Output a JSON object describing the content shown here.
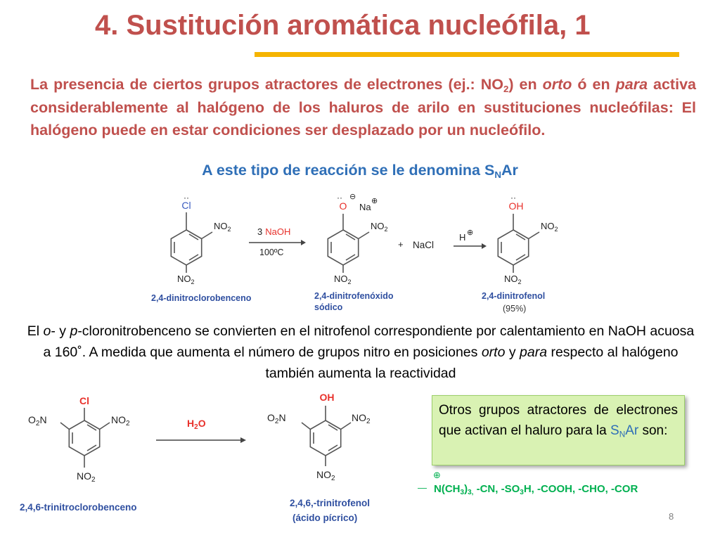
{
  "title": "4. Sustitución aromática nucleófila, 1",
  "intro": {
    "p1": "La presencia de ciertos grupos atractores de electrones (ej.: NO",
    "p1_sub": "2",
    "p2": ") en ",
    "em1": "orto",
    "p3": " ó en ",
    "em2": "para",
    "p4": " activa considerablemente al halógeno de los haluros de arilo en sustituciones nucleófilas: El halógeno puede en estar condiciones ser desplazado por un nucleófilo."
  },
  "snar_line": {
    "text": "A este tipo de reacción se le denomina S",
    "sub": "N",
    "after": "Ar"
  },
  "scheme1": {
    "reactant": {
      "atom": "Cl",
      "lone_pairs": "··",
      "substituents": [
        "NO",
        "NO"
      ],
      "sub2": "2",
      "name": "2,4-dinitroclorobenceno"
    },
    "arrow1": {
      "reagent_count": "3",
      "reagent": "NaOH",
      "condition": "100ºC"
    },
    "intermediate": {
      "atom": "O",
      "charge": "⊖",
      "counter_ion": "Na",
      "counter_charge": "⊕",
      "name_line1": "2,4-dinitrofenóxido",
      "name_line2": "sódico"
    },
    "plus": "+",
    "byproduct": "NaCl",
    "arrow2": {
      "reagent": "H",
      "charge": "⊕"
    },
    "product": {
      "atom": "OH",
      "name": "2,4-dinitrofenol",
      "yield": "(95%)"
    }
  },
  "para2": {
    "a": "El ",
    "em_o": "o",
    "b": "- y ",
    "em_p": "p",
    "c": "-cloronitrobenceno se convierten en el nitrofenol correspondiente por calentamiento en NaOH acuosa a 160˚. A medida que aumenta el número de grupos nitro en posiciones ",
    "em_orto": "orto",
    "d": " y ",
    "em_para": "para",
    "e": " respecto al halógeno también aumenta la reactividad"
  },
  "scheme2": {
    "reactant": {
      "atom": "Cl",
      "left": "O",
      "left_sub": "2",
      "left_n": "N",
      "right": "NO",
      "bottom": "NO",
      "sub2": "2",
      "name": "2,4,6-trinitroclorobenceno"
    },
    "arrow": {
      "reagent": "H",
      "reagent_sub": "2",
      "reagent_tail": "O"
    },
    "product": {
      "atom": "OH",
      "name_line1": "2,4,6,-trinitrofenol",
      "name_line2": "(ácido pícrico)"
    }
  },
  "green_box": {
    "text": "Otros grupos atractores de electrones que activan el haluro para la ",
    "snar_s": "S",
    "snar_sub": "N",
    "snar_ar": "Ar",
    "tail": " son:"
  },
  "groups": {
    "charge": "⊕",
    "dash": "—",
    "g1": "N(CH",
    "g1_sub": "3",
    "g1_close": ")",
    "g1_sub2": "3,",
    "g2": " -CN, -SO",
    "g2_sub": "3",
    "g3": "H, -COOH, -CHO, -COR"
  },
  "slide_number": "8",
  "colors": {
    "title": "#c0504d",
    "accent_bar": "#f5b400",
    "blue": "#2f6fb7",
    "green_box": "#d9f2b3",
    "atom_red": "#e8312b",
    "groups_green": "#00b050",
    "ring": "#555555"
  }
}
